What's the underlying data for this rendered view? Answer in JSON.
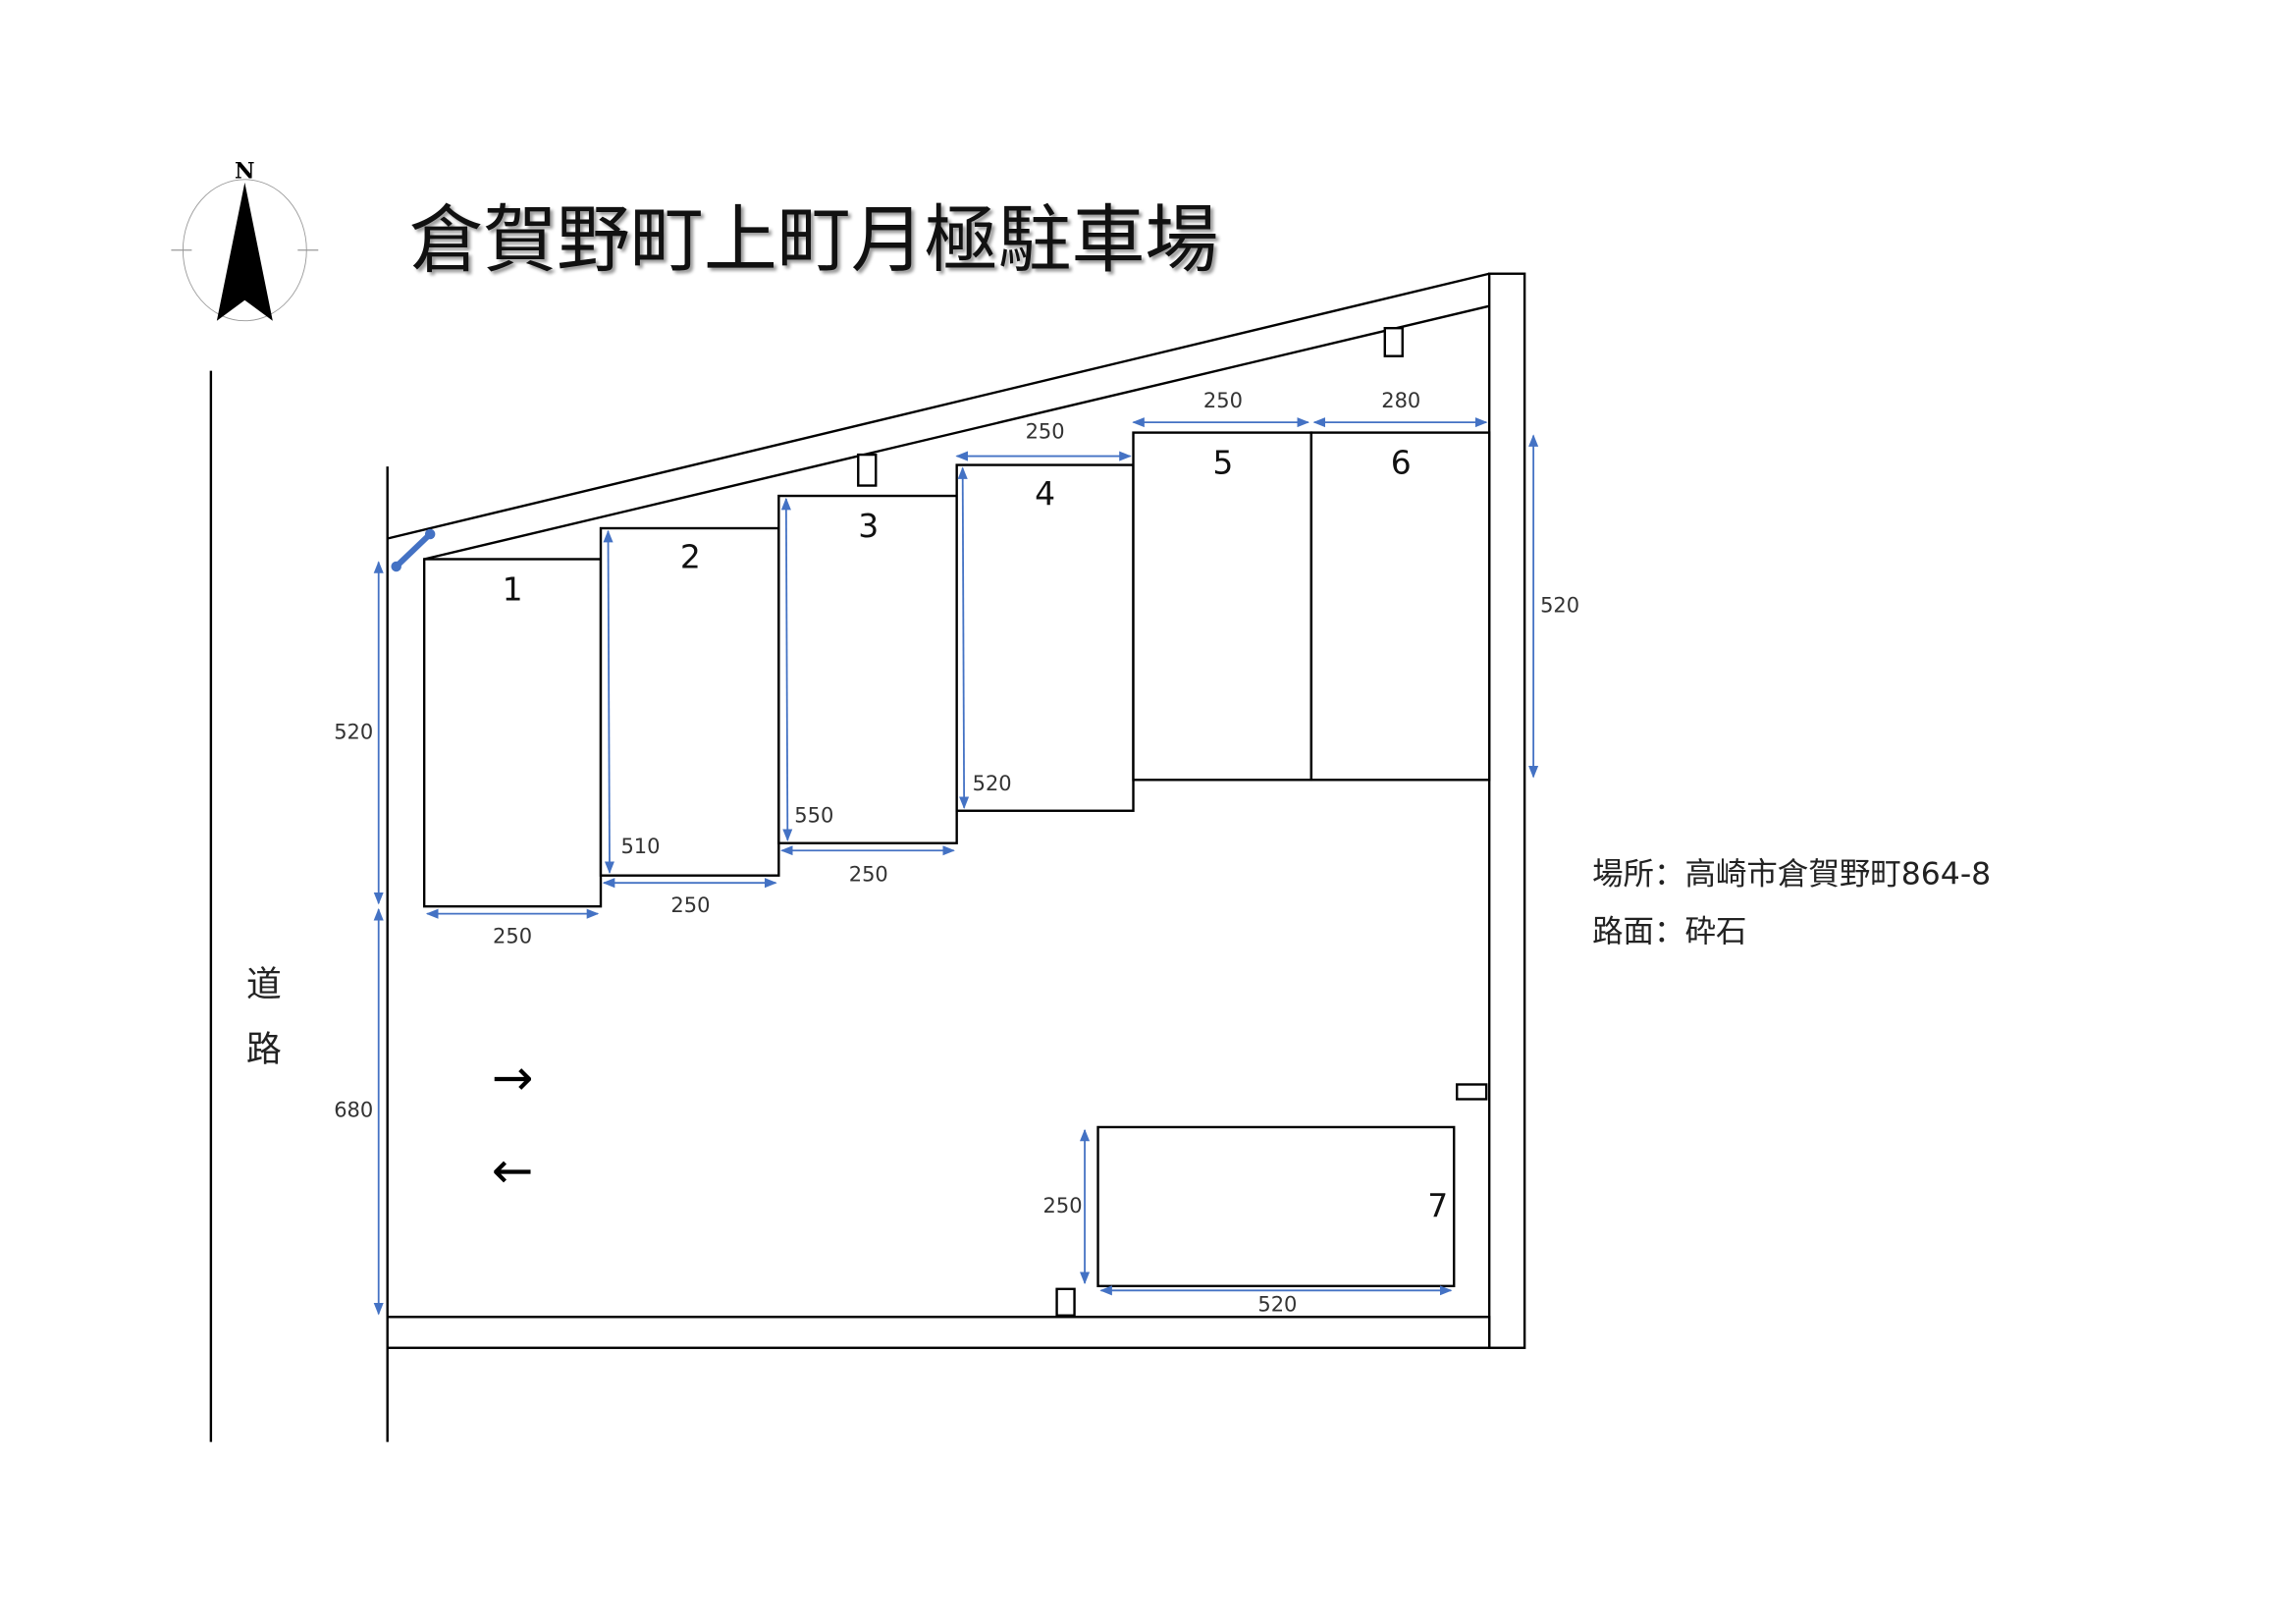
{
  "title": "倉賀野町上町月極駐車場",
  "compass": {
    "label": "N"
  },
  "road_label": [
    "道",
    "路"
  ],
  "info": {
    "location": "場所：高崎市倉賀野町864-8",
    "surface": "路面：砕石"
  },
  "stalls": [
    "1",
    "2",
    "3",
    "4",
    "5",
    "6",
    "7"
  ],
  "dimensions": {
    "stall1_width": "250",
    "stall1_depth": "520",
    "entrance_depth": "680",
    "stall2_width": "250",
    "stall2_depth": "510",
    "stall3_width": "250",
    "stall3_depth": "550",
    "stall4_width": "250",
    "stall4_depth": "520",
    "stall5_width": "250",
    "stall6_width": "280",
    "stall6_depth": "520",
    "stall7_height": "250",
    "stall7_width": "520"
  },
  "traffic_arrows": {
    "in": "→",
    "out": "←"
  },
  "colors": {
    "dimension": "#4472C4",
    "line": "#000000"
  }
}
